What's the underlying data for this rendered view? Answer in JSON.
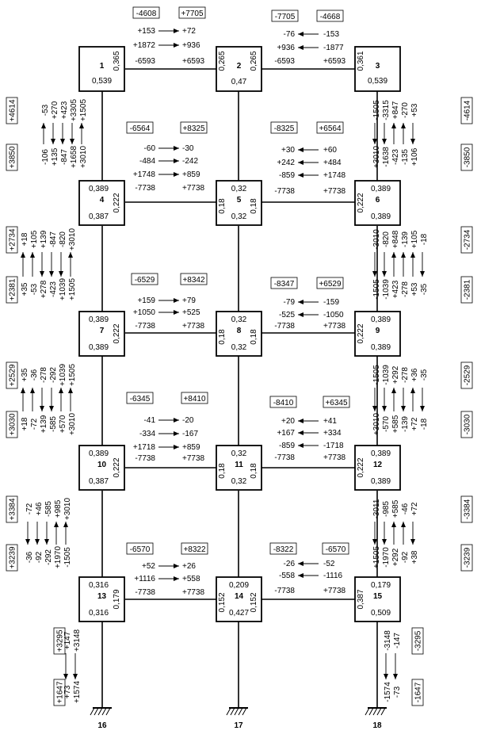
{
  "nodes": [
    {
      "id": "1",
      "v": [
        "0,365",
        "0,539"
      ]
    },
    {
      "id": "2",
      "v": [
        "0,265",
        "0,265",
        "0,47"
      ]
    },
    {
      "id": "3",
      "v": [
        "0,361",
        "0,539"
      ]
    },
    {
      "id": "4",
      "v": [
        "0,389",
        "0,222",
        "0,387"
      ]
    },
    {
      "id": "5",
      "v": [
        "0,32",
        "0,18",
        "0,18",
        "0,32"
      ]
    },
    {
      "id": "6",
      "v": [
        "0,222",
        "0,389",
        "0,389"
      ]
    },
    {
      "id": "7",
      "v": [
        "0,389",
        "0,222",
        "0,389"
      ]
    },
    {
      "id": "8",
      "v": [
        "0,32",
        "0,18",
        "0,18",
        "0,32"
      ]
    },
    {
      "id": "9",
      "v": [
        "0,222",
        "0,389",
        "0,389"
      ]
    },
    {
      "id": "10",
      "v": [
        "0,389",
        "0,222",
        "0,387"
      ]
    },
    {
      "id": "11",
      "v": [
        "0,32",
        "0,18",
        "0,18",
        "0,32"
      ]
    },
    {
      "id": "12",
      "v": [
        "0,222",
        "0,389",
        "0,389"
      ]
    },
    {
      "id": "13",
      "v": [
        "0,316",
        "0,179",
        "0,316"
      ]
    },
    {
      "id": "14",
      "v": [
        "0,209",
        "0,152",
        "0,152",
        "0,427"
      ]
    },
    {
      "id": "15",
      "v": [
        "0,387",
        "0,179",
        "0,509"
      ]
    }
  ],
  "supports": [
    "16",
    "17",
    "18"
  ],
  "beams": [
    {
      "boxes": [
        "-4608",
        "+7705"
      ],
      "rows": [
        [
          "+153",
          "+72"
        ],
        [
          "+1872",
          "+936"
        ],
        [
          "-6593",
          "+6593"
        ]
      ]
    },
    {
      "boxes": [
        "-7705",
        "-4668"
      ],
      "rows": [
        [
          "-76",
          "-153"
        ],
        [
          "+936",
          "-1877"
        ],
        [
          "-6593",
          "+6593"
        ]
      ]
    },
    {
      "boxes": [
        "-6564",
        "+8325"
      ],
      "rows": [
        [
          "-60",
          "-30"
        ],
        [
          "-484",
          "-242"
        ],
        [
          "+1748",
          "+859"
        ],
        [
          "-7738",
          "+7738"
        ]
      ]
    },
    {
      "boxes": [
        "-8325",
        "+6564"
      ],
      "rows": [
        [
          "+30",
          "+60"
        ],
        [
          "+242",
          "+484"
        ],
        [
          "-859",
          "+1748"
        ],
        [
          "-7738",
          "+7738"
        ]
      ]
    },
    {
      "boxes": [
        "-6529",
        "+8342"
      ],
      "rows": [
        [
          "+159",
          "+79"
        ],
        [
          "+1050",
          "+525"
        ],
        [
          "-7738",
          "+7738"
        ]
      ]
    },
    {
      "boxes": [
        "-8347",
        "+6529"
      ],
      "rows": [
        [
          "-79",
          "-159"
        ],
        [
          "-525",
          "-1050"
        ],
        [
          "-7738",
          "+7738"
        ]
      ]
    },
    {
      "boxes": [
        "-6345",
        "+8410"
      ],
      "rows": [
        [
          "-41",
          "-20"
        ],
        [
          "-334",
          "-167"
        ],
        [
          "+1718",
          "+859"
        ],
        [
          "-7738",
          "+7738"
        ]
      ]
    },
    {
      "boxes": [
        "-8410",
        "+6345"
      ],
      "rows": [
        [
          "+20",
          "+41"
        ],
        [
          "+167",
          "+334"
        ],
        [
          "-859",
          "-1718"
        ],
        [
          "-7738",
          "+7738"
        ]
      ]
    },
    {
      "boxes": [
        "-6570",
        "+8322"
      ],
      "rows": [
        [
          "+52",
          "+26"
        ],
        [
          "+1116",
          "+558"
        ],
        [
          "-7738",
          "+7738"
        ]
      ]
    },
    {
      "boxes": [
        "-8322",
        "-6570"
      ],
      "rows": [
        [
          "-26",
          "-52"
        ],
        [
          "-558",
          "-1116"
        ],
        [
          "-7738",
          "+7738"
        ]
      ]
    }
  ],
  "columns": [
    {
      "boxes": [
        "+4614",
        "+3850"
      ],
      "cols": [
        [
          "-53",
          "-106"
        ],
        [
          "+270",
          "+135"
        ],
        [
          "+423",
          "-847"
        ],
        [
          "+3305",
          "+1658"
        ],
        [
          "+1505",
          "+3010"
        ]
      ]
    },
    {
      "boxes": [
        "-4614",
        "-3850"
      ],
      "cols": [
        [
          "-1505",
          "+3010"
        ],
        [
          "-3315",
          "-1638"
        ],
        [
          "+847",
          "-423"
        ],
        [
          "-270",
          "-135"
        ],
        [
          "+53",
          "+106"
        ]
      ]
    },
    {
      "boxes": [
        "+2734",
        "+2381"
      ],
      "cols": [
        [
          "+18",
          "+35"
        ],
        [
          "+105",
          "-53"
        ],
        [
          "+139",
          "+278"
        ],
        [
          "-847",
          "-423"
        ],
        [
          "-820",
          "+1039"
        ],
        [
          "+3010",
          "+1505"
        ]
      ]
    },
    {
      "boxes": [
        "-2734",
        "-2381"
      ],
      "cols": [
        [
          "-3010",
          "-1505"
        ],
        [
          "-820",
          "-1039"
        ],
        [
          "+848",
          "+423"
        ],
        [
          "-139",
          "-278"
        ],
        [
          "+105",
          "+53"
        ],
        [
          "-18",
          "-35"
        ]
      ]
    },
    {
      "boxes": [
        "+2529",
        "+3030"
      ],
      "cols": [
        [
          "+35",
          "+18"
        ],
        [
          "-36",
          "-72"
        ],
        [
          "-278",
          "+139"
        ],
        [
          "-292",
          "-585"
        ],
        [
          "+1039",
          "+570"
        ],
        [
          "+1505",
          "+3010"
        ]
      ]
    },
    {
      "boxes": [
        "-2529",
        "-3030"
      ],
      "cols": [
        [
          "-1505",
          "+3010"
        ],
        [
          "-1039",
          "-570"
        ],
        [
          "+292",
          "+585"
        ],
        [
          "-278",
          "-139"
        ],
        [
          "+36",
          "+72"
        ],
        [
          "-35",
          "-18"
        ]
      ]
    },
    {
      "boxes": [
        "+3384",
        "+3239"
      ],
      "cols": [
        [
          "-72",
          "-36"
        ],
        [
          "+46",
          "-92"
        ],
        [
          "-585",
          "-292"
        ],
        [
          "+985",
          "+1970"
        ],
        [
          "+3010",
          "-1505"
        ]
      ]
    },
    {
      "boxes": [
        "-3384",
        "-3239"
      ],
      "cols": [
        [
          "-3011",
          "+1505"
        ],
        [
          "-985",
          "-1970"
        ],
        [
          "+585",
          "+292"
        ],
        [
          "-46",
          "-92"
        ],
        [
          "+72",
          "+38"
        ]
      ]
    },
    {
      "boxes": [
        "+3295",
        "+1647"
      ],
      "cols": [
        [
          "+147",
          "+73"
        ],
        [
          "+3148",
          "+1574"
        ]
      ]
    },
    {
      "boxes": [
        "-3295",
        "-1647"
      ],
      "cols": [
        [
          "-3148",
          "-1574"
        ],
        [
          "-147",
          "-73"
        ]
      ]
    }
  ]
}
